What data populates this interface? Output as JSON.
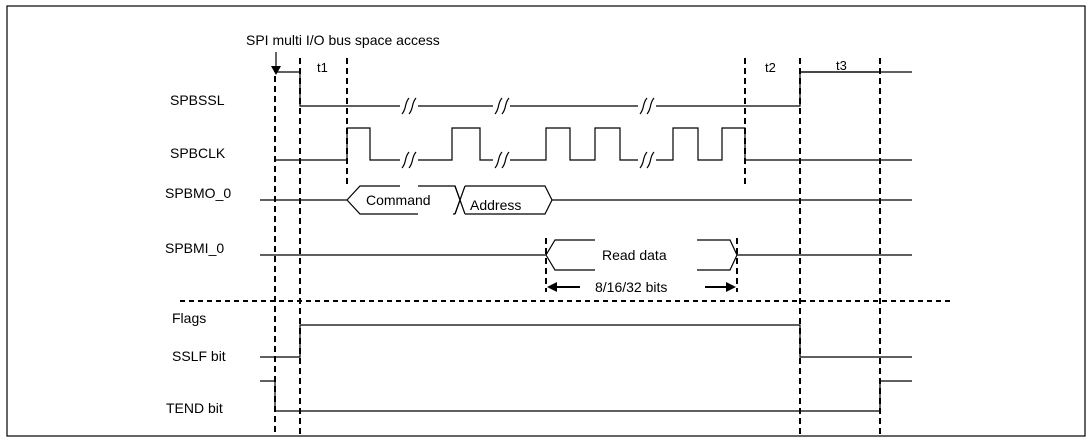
{
  "header": {
    "title": "SPI multi I/O bus space access"
  },
  "signals": {
    "spbssl": "SPBSSL",
    "spbclk": "SPBCLK",
    "spbmo": "SPBMO_0",
    "spbmi": "SPBMI_0"
  },
  "flags": {
    "title": "Flags",
    "sslf": "SSLF bit",
    "tend": "TEND bit"
  },
  "timing": {
    "t1": "t1",
    "t2": "t2",
    "t3": "t3"
  },
  "bus": {
    "command": "Command",
    "address": "Address",
    "read_data": "Read data",
    "width": "8/16/32 bits"
  }
}
